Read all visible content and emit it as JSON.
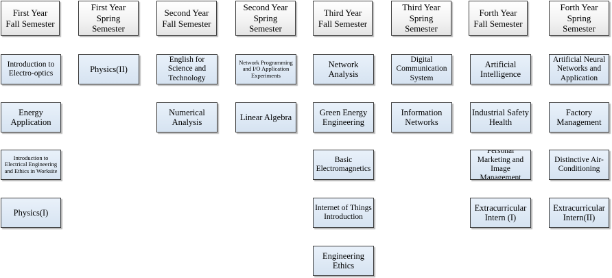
{
  "semesters": [
    "First Year\nFall Semester",
    "First Year\nSpring\nSemester",
    "Second Year\nFall Semester",
    "Second Year\nSpring\nSemester",
    "Third Year\nFall Semester",
    "Third Year\nSpring\nSemester",
    "Forth Year\nFall Semester",
    "Forth Year\nSpring\nSemester"
  ],
  "courses": {
    "y1_fall": [
      "Introduction to Electro-optics",
      "Energy Application",
      "Introduction to Electrical Engineering and Ethics in Worksite",
      "Physics(I)"
    ],
    "y1_spring": [
      "Physics(II)"
    ],
    "y2_fall": [
      "English for Science and Technology",
      "Numerical Analysis"
    ],
    "y2_spring": [
      "Network Programming and I/O Application Experiments",
      "Linear Algebra"
    ],
    "y3_fall": [
      "Network Analysis",
      "Green Energy Engineering",
      "Basic Electromagnetics",
      "Internet of Things Introduction",
      "Engineering Ethics"
    ],
    "y3_spring": [
      "Digital Communication System",
      "Information Networks"
    ],
    "y4_fall": [
      "Artificial Intelligence",
      "Industrial Safety Health",
      "Personal Marketing and Image Management",
      "Extracurricular Intern (I)"
    ],
    "y4_spring": [
      "Artificial Neural Networks and Application",
      "Factory Management",
      "Distinctive Air-Conditioning",
      "Extracurricular Intern(II)"
    ]
  },
  "colors": {
    "header_fill": "#f2f2f2",
    "course_fill": "#dbe5f1",
    "border": "#3c3c3c"
  }
}
